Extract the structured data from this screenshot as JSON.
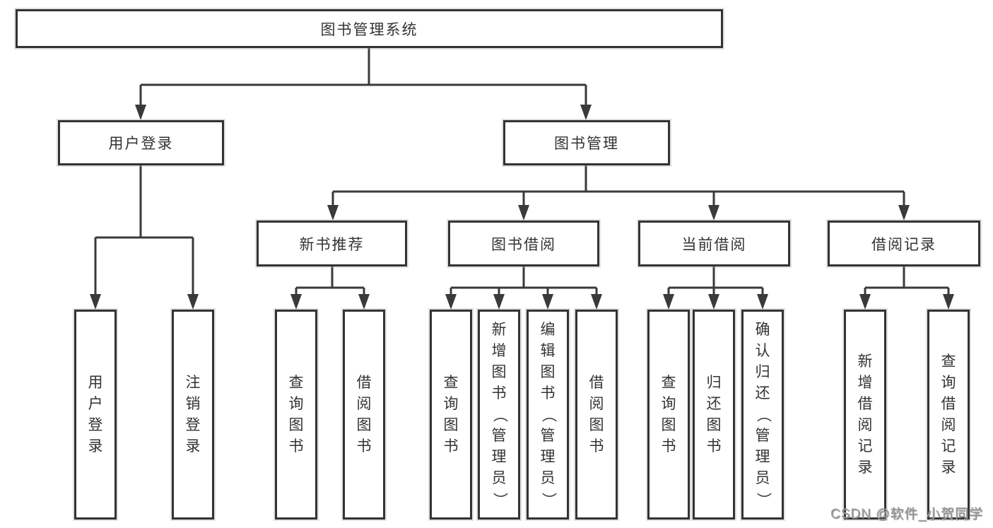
{
  "tree": {
    "root": {
      "label": "图书管理系统",
      "children": [
        {
          "label": "用户登录",
          "children": [
            {
              "label": "用户登录"
            },
            {
              "label": "注销登录"
            }
          ]
        },
        {
          "label": "图书管理",
          "children": [
            {
              "label": "新书推荐",
              "children": [
                {
                  "label": "查询图书"
                },
                {
                  "label": "借阅图书"
                }
              ]
            },
            {
              "label": "图书借阅",
              "children": [
                {
                  "label": "查询图书"
                },
                {
                  "label": "新增图书（管理员）"
                },
                {
                  "label": "编辑图书（管理员）"
                },
                {
                  "label": "借阅图书"
                }
              ]
            },
            {
              "label": "当前借阅",
              "children": [
                {
                  "label": "查询图书"
                },
                {
                  "label": "归还图书"
                },
                {
                  "label": "确认归还（管理员）"
                }
              ]
            },
            {
              "label": "借阅记录",
              "children": [
                {
                  "label": "新增借阅记录"
                },
                {
                  "label": "查询借阅记录"
                }
              ]
            }
          ]
        }
      ]
    },
    "connector_color": "#3a3a3a"
  },
  "watermark": "CSDN @软件_小贺同学"
}
